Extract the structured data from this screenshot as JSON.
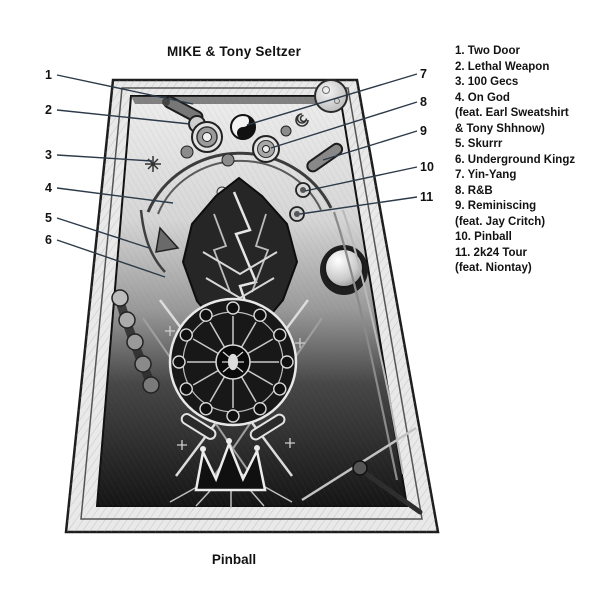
{
  "title": "MIKE & Tony Seltzer",
  "album": "Pinball",
  "callouts": {
    "left": [
      "1",
      "2",
      "3",
      "4",
      "5",
      "6"
    ],
    "right": [
      "7",
      "8",
      "9",
      "10",
      "11"
    ]
  },
  "tracklist_lines": [
    "1. Two Door",
    "2. Lethal Weapon",
    "3. 100 Gecs",
    "4. On God",
    "(feat. Earl Sweatshirt",
    "& Tony Shhnow)",
    "5. Skurrr",
    "6. Underground Kingz",
    "7. Yin-Yang",
    "8. R&B",
    "9. Reminiscing",
    "(feat. Jay Critch)",
    "10. Pinball",
    "11. 2k24 Tour",
    "(feat. Niontay)"
  ],
  "illustration": {
    "name": "hand-drawn pinball machine",
    "motifs": [
      "flipper",
      "pop-bumpers",
      "yin-yang",
      "spiral",
      "moon-sphere",
      "lightning-shield",
      "spoked-wheel",
      "crown",
      "pinball",
      "plunger"
    ]
  },
  "colors": {
    "background": "#ffffff",
    "text": "#121212",
    "callout_line": "#2c3a49"
  }
}
